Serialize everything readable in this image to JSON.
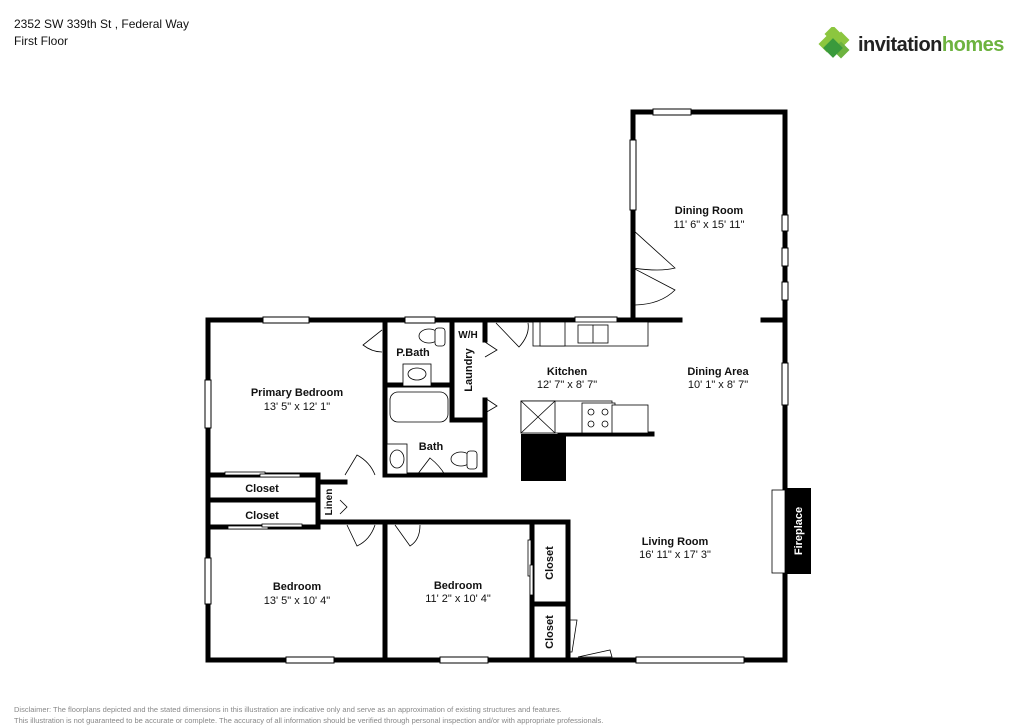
{
  "header": {
    "address": "2352 SW 339th St , Federal Way",
    "floor": "First Floor"
  },
  "logo": {
    "icon": "clover-diamond-icon",
    "text_dark": "invitation",
    "text_green": "homes",
    "colors": {
      "dark": "#222222",
      "green": "#6db33f",
      "light_green": "#8cc63f",
      "deep_green": "#3a9a3c"
    }
  },
  "rooms": [
    {
      "name": "Dining Room",
      "dimensions": "11' 6\" x 15' 11\""
    },
    {
      "name": "Primary Bedroom",
      "dimensions": "13' 5\" x 12' 1\""
    },
    {
      "name": "P.Bath",
      "dimensions": ""
    },
    {
      "name": "W/H",
      "dimensions": ""
    },
    {
      "name": "Laundry",
      "dimensions": ""
    },
    {
      "name": "Kitchen",
      "dimensions": "12' 7\" x 8' 7\""
    },
    {
      "name": "Dining Area",
      "dimensions": "10' 1\" x 8' 7\""
    },
    {
      "name": "Bath",
      "dimensions": ""
    },
    {
      "name": "Closet",
      "dimensions": ""
    },
    {
      "name": "Closet",
      "dimensions": ""
    },
    {
      "name": "Linen",
      "dimensions": ""
    },
    {
      "name": "Bedroom",
      "dimensions": "13' 5\" x 10' 4\""
    },
    {
      "name": "Bedroom",
      "dimensions": "11' 2\" x 10' 4\""
    },
    {
      "name": "Closet",
      "dimensions": ""
    },
    {
      "name": "Closet",
      "dimensions": ""
    },
    {
      "name": "Living Room",
      "dimensions": "16' 11\" x 17' 3\""
    },
    {
      "name": "Fireplace",
      "dimensions": ""
    }
  ],
  "disclaimer": {
    "line1": "Disclaimer: The floorplans depicted and the stated dimensions in this illustration are indicative only and serve as an approximation of existing structures and features.",
    "line2": "This illustration is not guaranteed to be accurate or complete. The accuracy of all information should be verified through personal inspection and/or with appropriate professionals."
  }
}
